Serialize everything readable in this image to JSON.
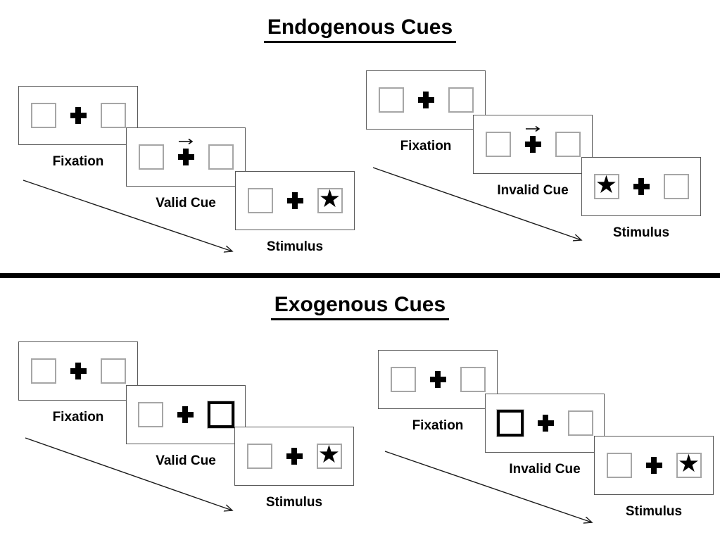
{
  "diagram": {
    "sections": [
      {
        "title": "Endogenous Cues",
        "groups": [
          {
            "trials": [
              {
                "label": "Fixation",
                "left_square": "plain",
                "right_square": "plain",
                "cue_arrow": false
              },
              {
                "label": "Valid Cue",
                "left_square": "plain",
                "right_square": "plain",
                "cue_arrow": true
              },
              {
                "label": "Stimulus",
                "left_square": "plain",
                "right_square": "star",
                "cue_arrow": false
              }
            ]
          },
          {
            "trials": [
              {
                "label": "Fixation",
                "left_square": "plain",
                "right_square": "plain",
                "cue_arrow": false
              },
              {
                "label": "Invalid Cue",
                "left_square": "plain",
                "right_square": "plain",
                "cue_arrow": true
              },
              {
                "label": "Stimulus",
                "left_square": "star",
                "right_square": "plain",
                "cue_arrow": false
              }
            ]
          }
        ]
      },
      {
        "title": "Exogenous Cues",
        "groups": [
          {
            "trials": [
              {
                "label": "Fixation",
                "left_square": "plain",
                "right_square": "plain",
                "cue_arrow": false
              },
              {
                "label": "Valid Cue",
                "left_square": "plain",
                "right_square": "cue",
                "cue_arrow": false
              },
              {
                "label": "Stimulus",
                "left_square": "plain",
                "right_square": "star",
                "cue_arrow": false
              }
            ]
          },
          {
            "trials": [
              {
                "label": "Fixation",
                "left_square": "plain",
                "right_square": "plain",
                "cue_arrow": false
              },
              {
                "label": "Invalid Cue",
                "left_square": "cue",
                "right_square": "plain",
                "cue_arrow": false
              },
              {
                "label": "Stimulus",
                "left_square": "plain",
                "right_square": "star",
                "cue_arrow": false
              }
            ]
          }
        ]
      }
    ],
    "icons": {
      "star": "★"
    },
    "colors": {
      "background": "#ffffff",
      "panel_border": "#595959",
      "square_border": "#a6a6a6",
      "cue_square_border": "#000000",
      "ink": "#000000"
    }
  }
}
